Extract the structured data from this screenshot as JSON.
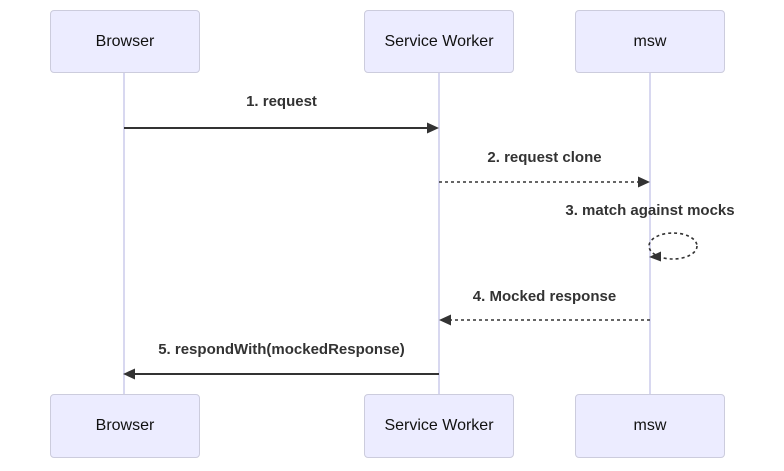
{
  "diagram_type": "sequence",
  "actors": [
    {
      "id": "browser",
      "name": "Browser"
    },
    {
      "id": "service-worker",
      "name": "Service Worker"
    },
    {
      "id": "msw",
      "name": "msw"
    }
  ],
  "messages": [
    {
      "order": 1,
      "from": "Browser",
      "to": "Service Worker",
      "label": "1. request",
      "line": "solid"
    },
    {
      "order": 2,
      "from": "Service Worker",
      "to": "msw",
      "label": "2. request clone",
      "line": "dashed"
    },
    {
      "order": 3,
      "from": "msw",
      "to": "msw",
      "label": "3. match against mocks",
      "line": "dashed-self-loop"
    },
    {
      "order": 4,
      "from": "msw",
      "to": "Service Worker",
      "label": "4. Mocked response",
      "line": "dashed"
    },
    {
      "order": 5,
      "from": "Service Worker",
      "to": "Browser",
      "label": "5. respondWith(mockedResponse)",
      "line": "solid"
    }
  ],
  "colors": {
    "actor_fill": "#ececff",
    "actor_border": "#ccccdd",
    "lifeline": "#cbcbeb",
    "arrow": "#333333",
    "message_text": "#333333",
    "actor_text": "#111111",
    "background": "#ffffff"
  }
}
